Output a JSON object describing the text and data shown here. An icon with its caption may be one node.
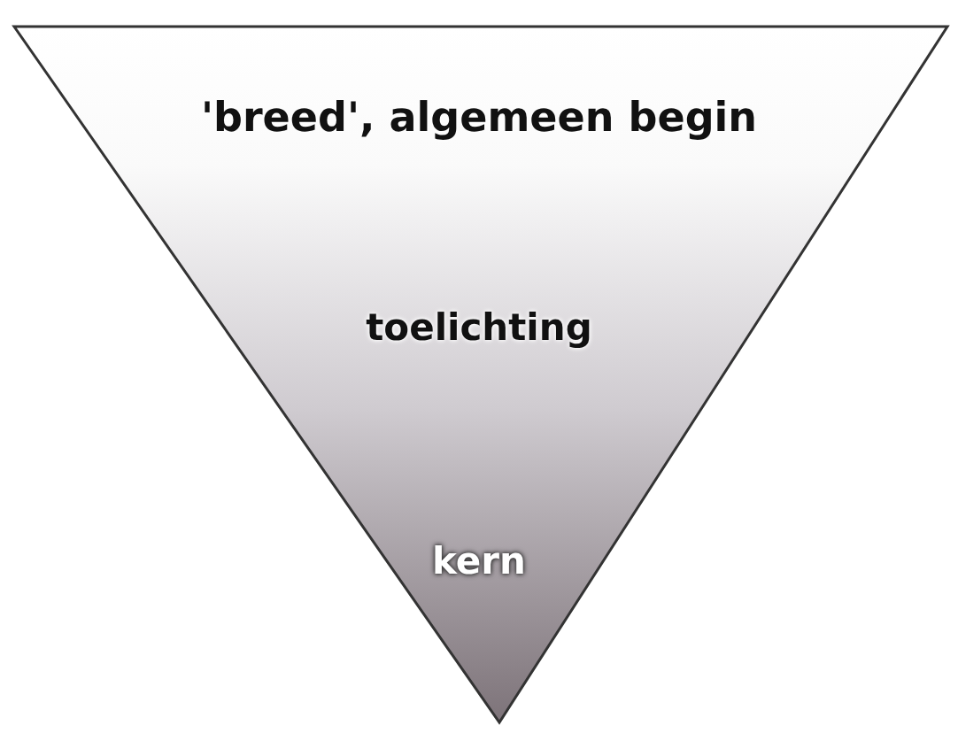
{
  "diagram": {
    "nodes": [
      {
        "text": [
          "'breed', algemeen begin",
          "toelichting",
          "kern"
        ]
      }
    ]
  }
}
